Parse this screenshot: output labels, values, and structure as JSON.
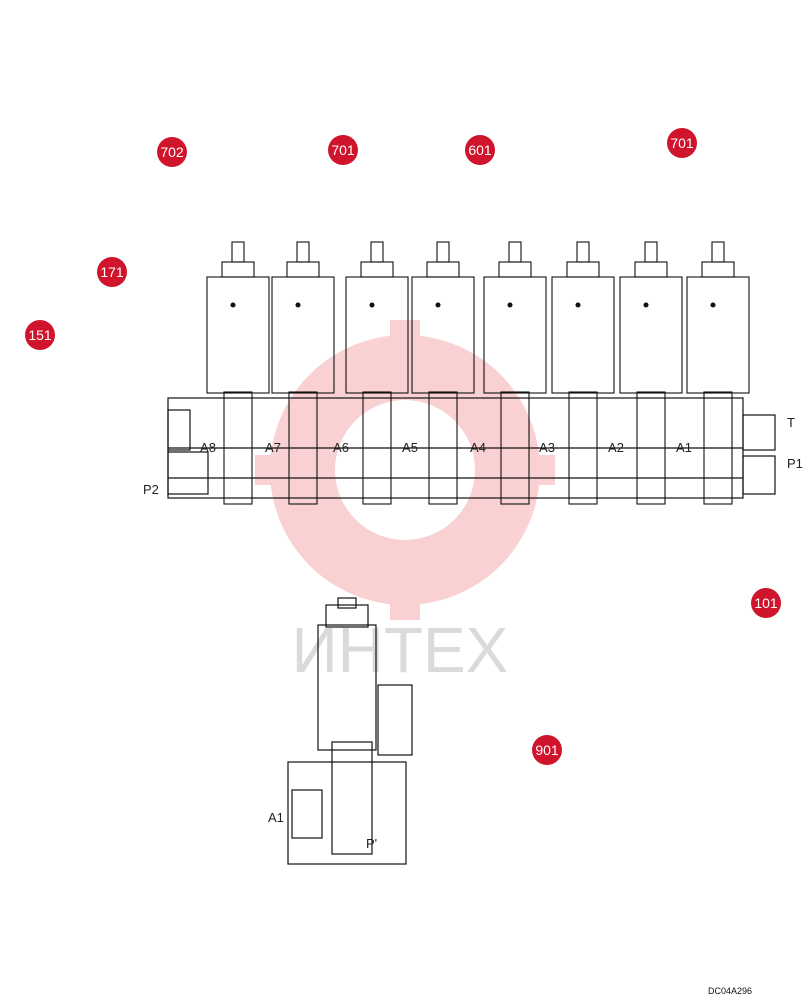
{
  "watermark": {
    "text": "ИНТЕХ",
    "color": "#e8343c"
  },
  "callouts": [
    {
      "id": "702",
      "label": "702"
    },
    {
      "id": "701a",
      "label": "701"
    },
    {
      "id": "601",
      "label": "601"
    },
    {
      "id": "701b",
      "label": "701"
    },
    {
      "id": "171",
      "label": "171"
    },
    {
      "id": "151",
      "label": "151"
    },
    {
      "id": "101",
      "label": "101"
    },
    {
      "id": "901",
      "label": "901"
    }
  ],
  "port_labels": {
    "ports": [
      "A8",
      "A7",
      "A6",
      "A5",
      "A4",
      "A3",
      "A2",
      "A1"
    ],
    "T": "T",
    "P1": "P1",
    "P2": "P2",
    "single_A": "A1",
    "single_P": "P'"
  },
  "drawing_code": "DC04A296",
  "colors": {
    "callout": "#d0142c",
    "line": "#111111"
  }
}
